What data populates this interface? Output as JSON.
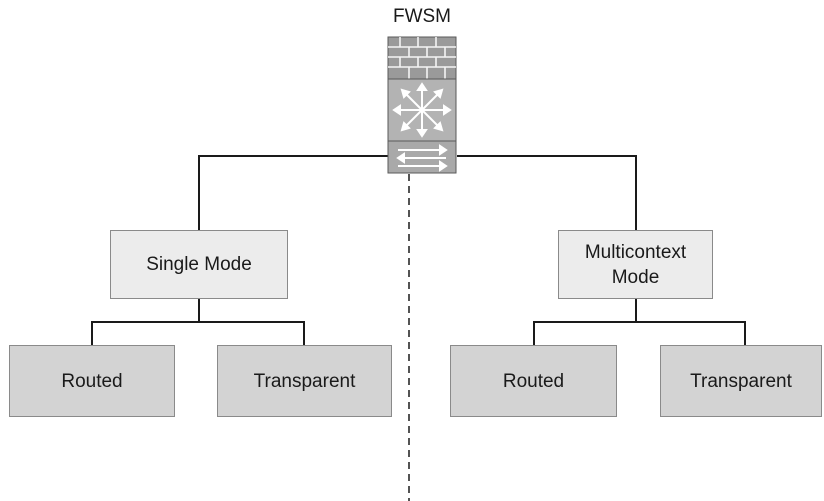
{
  "device": {
    "label": "FWSM",
    "icon": "firewall-switch-module-icon"
  },
  "modes": [
    {
      "label": "Single Mode",
      "children": [
        "Routed",
        "Transparent"
      ]
    },
    {
      "label": "Multicontext\nMode",
      "children": [
        "Routed",
        "Transparent"
      ]
    }
  ],
  "colors": {
    "line": "#1a1a1a",
    "mode_fill": "#ececec",
    "leaf_fill": "#d3d3d3",
    "device_fill": "#a9a9a9"
  }
}
